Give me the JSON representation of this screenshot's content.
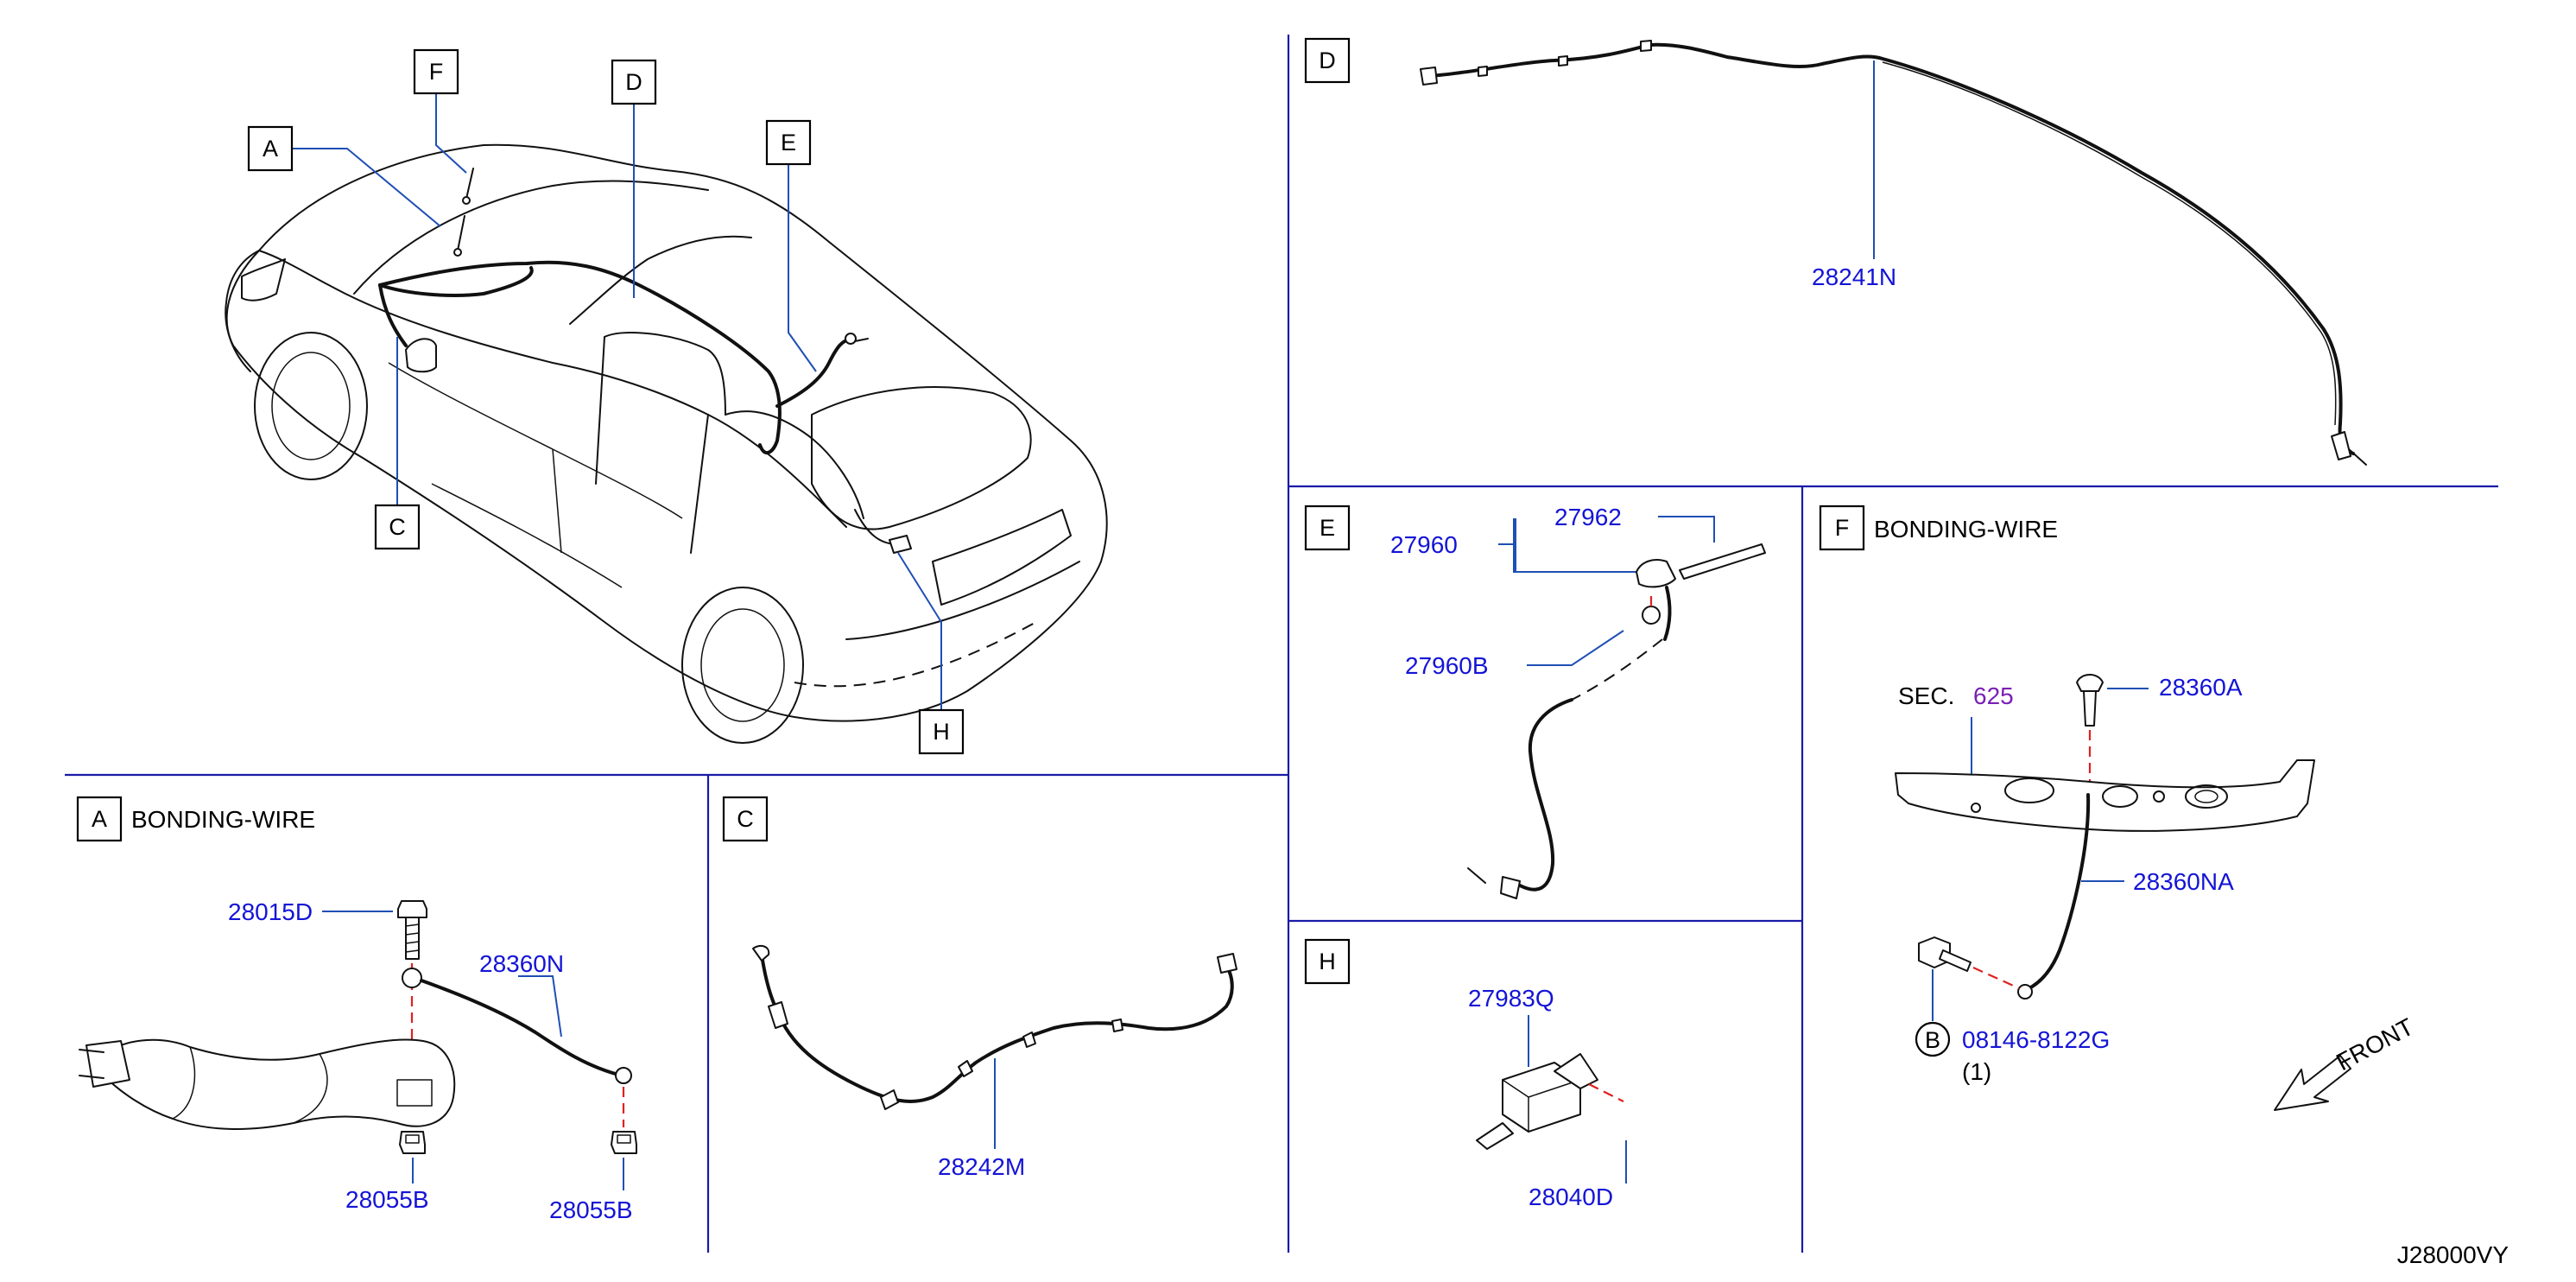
{
  "callouts": {
    "overview": {
      "A": "A",
      "C": "C",
      "D": "D",
      "E": "E",
      "F": "F",
      "H": "H"
    }
  },
  "panels": {
    "A": {
      "letter": "A",
      "title": "BONDING-WIRE",
      "parts": [
        "28015D",
        "28360N",
        "28055B",
        "28055B"
      ]
    },
    "C": {
      "letter": "C",
      "parts": [
        "28242M"
      ]
    },
    "D": {
      "letter": "D",
      "parts": [
        "28241N"
      ]
    },
    "E": {
      "letter": "E",
      "parts": [
        "27962",
        "27960",
        "27960B"
      ]
    },
    "F": {
      "letter": "F",
      "title": "BONDING-WIRE",
      "sec_prefix": "SEC.",
      "sec_ref": "625",
      "parts": [
        "28360A",
        "28360NA",
        "08146-8122G"
      ],
      "bolt_marker": "B",
      "quantity": "(1)",
      "direction": "FRONT"
    },
    "H": {
      "letter": "H",
      "parts": [
        "27983Q",
        "28040D"
      ]
    }
  },
  "diagram_code": "J28000VY",
  "colors": {
    "part_number": "#1414d6",
    "leader": "#1f4fb4",
    "divider": "#1a1aa8",
    "dashed_guide": "#e02020",
    "section_ref": "#7a1fb5"
  }
}
